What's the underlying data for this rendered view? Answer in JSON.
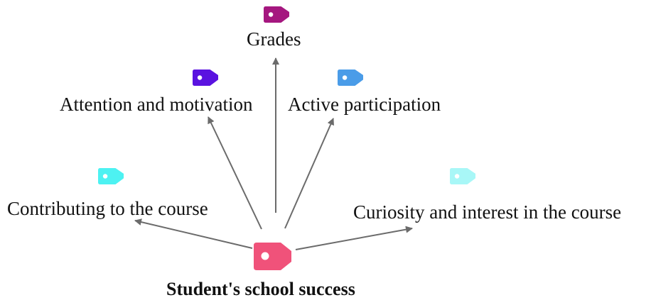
{
  "diagram": {
    "center": {
      "label": "Student's  school success",
      "tag_color": "#f0527a",
      "icon": "tag-icon"
    },
    "nodes": [
      {
        "id": "grades",
        "label": "Grades",
        "tag_color": "#a5177f",
        "icon": "tag-icon"
      },
      {
        "id": "attention",
        "label": "Attention and motivation",
        "tag_color": "#5a12e0",
        "icon": "tag-icon"
      },
      {
        "id": "participation",
        "label": "Active participation",
        "tag_color": "#4a9ce8",
        "icon": "tag-icon"
      },
      {
        "id": "contributing",
        "label": "Contributing to the course",
        "tag_color": "#4df2f2",
        "icon": "tag-icon"
      },
      {
        "id": "curiosity",
        "label": "Curiosity and interest in the course",
        "tag_color": "#a8f7f7",
        "icon": "tag-icon"
      }
    ],
    "edge_color": "#6b6b6b"
  }
}
